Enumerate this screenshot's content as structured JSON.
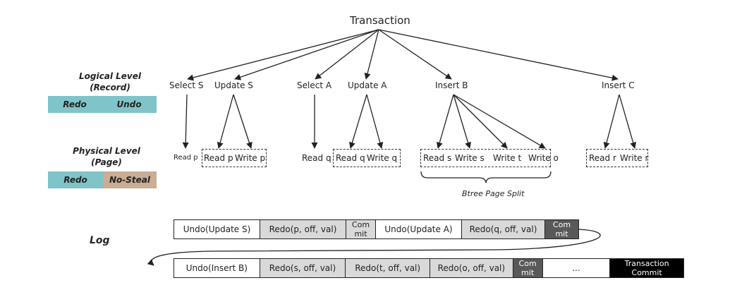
{
  "root": "Transaction",
  "logical_level": {
    "line1": "Logical Level",
    "line2": "(Record)",
    "chips": [
      "Redo",
      "Undo"
    ]
  },
  "physical_level": {
    "line1": "Physical Level",
    "line2": "(Page)",
    "chips": [
      "Redo",
      "No-Steal"
    ]
  },
  "ops": [
    "Select S",
    "Update S",
    "Select A",
    "Update A",
    "Insert B",
    "Insert C"
  ],
  "reads": {
    "read_p_small": "Read p",
    "group_s": [
      "Read p",
      "Write p"
    ],
    "read_q": "Read q",
    "group_a": [
      "Read q",
      "Write q"
    ],
    "group_b": [
      "Read s",
      "Write s",
      "Write t",
      "Write o"
    ],
    "group_c": [
      "Read r",
      "Write r"
    ]
  },
  "btree_label": "Btree Page Split",
  "log_label": "Log",
  "log_row1": [
    {
      "text": "Undo(Update S)",
      "style": "white"
    },
    {
      "text": "Redo(p, off, val)",
      "style": "grey"
    },
    {
      "text": "Com\nmit",
      "style": "grey"
    },
    {
      "text": "Undo(Update A)",
      "style": "white"
    },
    {
      "text": "Redo(q, off, val)",
      "style": "grey"
    },
    {
      "text": "Com\nmit",
      "style": "dark"
    }
  ],
  "log_row2": [
    {
      "text": "Undo(Insert B)",
      "style": "white"
    },
    {
      "text": "Redo(s, off, val)",
      "style": "grey"
    },
    {
      "text": "Redo(t, off, val)",
      "style": "grey"
    },
    {
      "text": "Redo(o, off, val)",
      "style": "grey"
    },
    {
      "text": "Com\nmit",
      "style": "dark"
    },
    {
      "text": "...",
      "style": "white"
    },
    {
      "text": "Transaction\nCommit",
      "style": "black"
    }
  ],
  "colors": {
    "teal": "#7fc4c8",
    "tan": "#c9ad94",
    "grey": "#d9d9d9",
    "dark": "#595959",
    "black": "#000000"
  }
}
